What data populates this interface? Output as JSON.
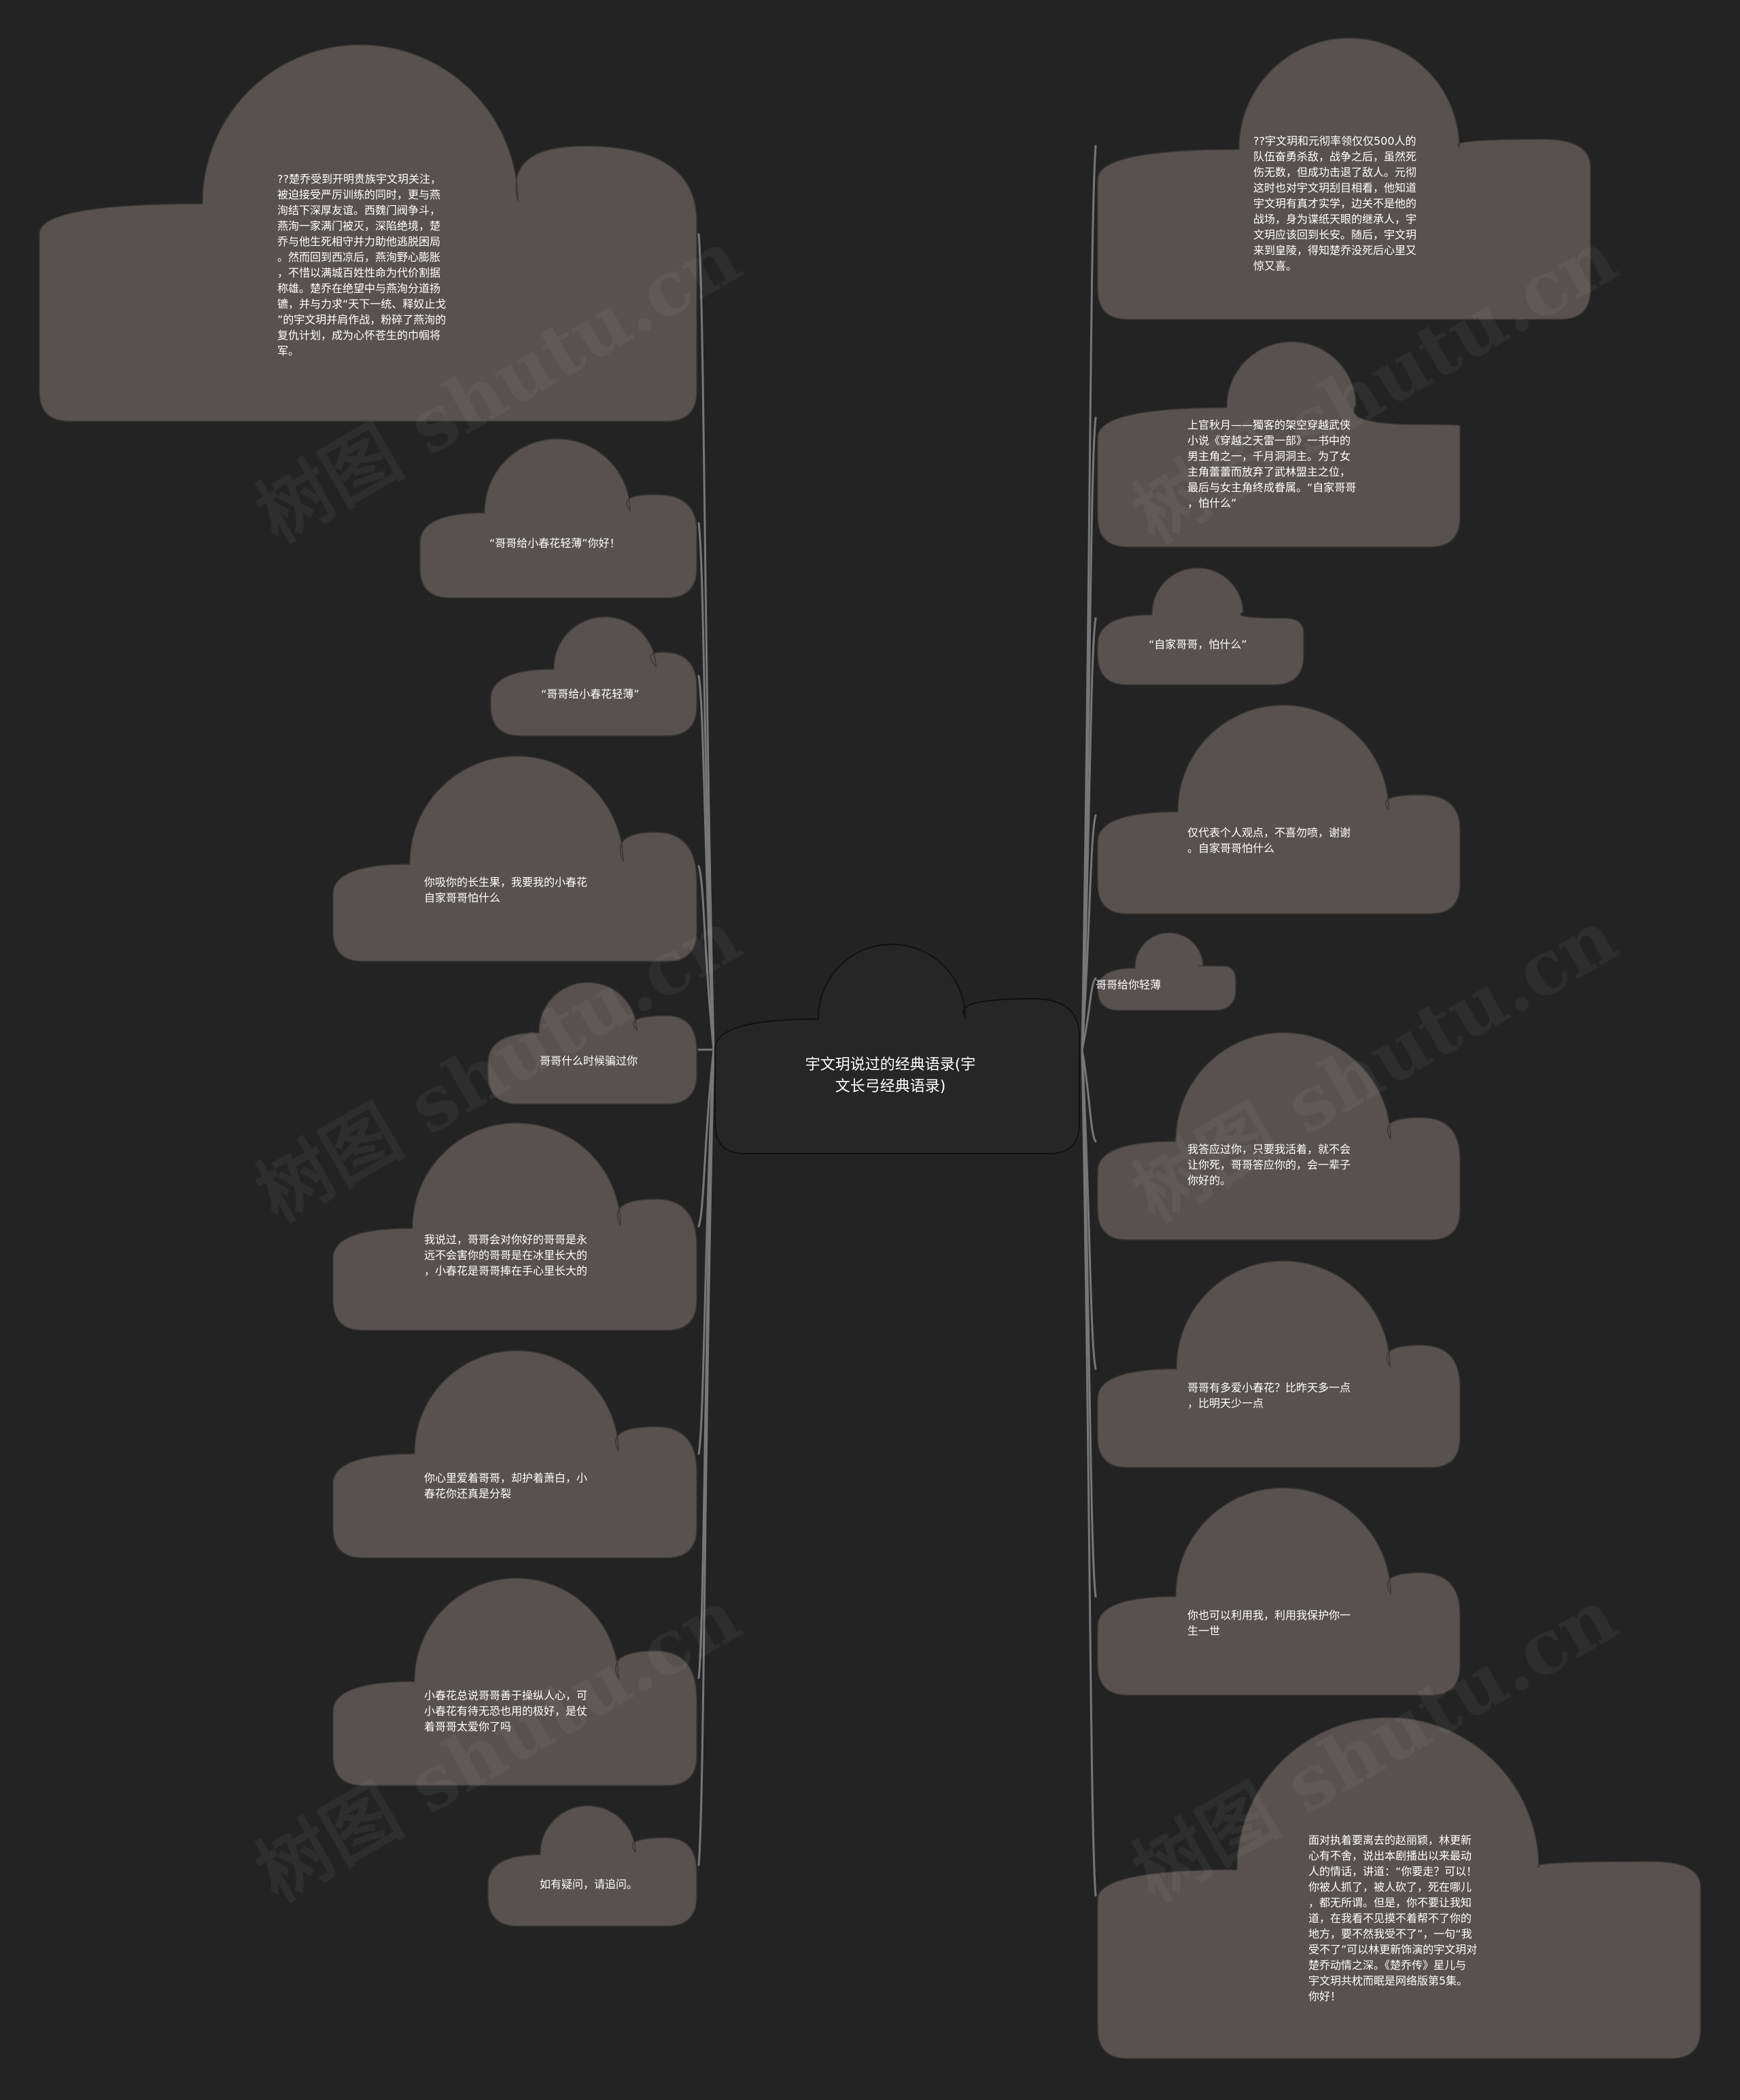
{
  "colors": {
    "background": "#232323",
    "cloud": "#57524f",
    "center_cloud": "#262626",
    "stroke": "#777777",
    "text": "#ffffff"
  },
  "center": {
    "text": "宇文玥说过的经典语录(宇\n文长弓经典语录)"
  },
  "watermark": "树图 shutu.cn",
  "left_nodes": [
    {
      "text": "??楚乔受到开明贵族宇文玥关注，\n被迫接受严厉训练的同时，更与燕\n洵结下深厚友谊。西魏门阀争斗，\n燕洵一家满门被灭，深陷绝境，楚\n乔与他生死相守并力助他逃脱困局\n。然而回到西凉后，燕洵野心膨胀\n，不惜以满城百姓性命为代价割据\n称雄。楚乔在绝望中与燕洵分道扬\n镳，并与力求“天下一统、释奴止戈\n”的宇文玥并肩作战，粉碎了燕洵的\n复仇计划，成为心怀苍生的巾帼将\n军。"
    },
    {
      "text": "“哥哥给小春花轻薄”你好！"
    },
    {
      "text": "“哥哥给小春花轻薄”"
    },
    {
      "text": "你吸你的长生果，我要我的小春花\n自家哥哥怕什么"
    },
    {
      "text": "哥哥什么时候骗过你"
    },
    {
      "text": "我说过，哥哥会对你好的哥哥是永\n远不会害你的哥哥是在冰里长大的\n，小春花是哥哥捧在手心里长大的"
    },
    {
      "text": "你心里爱着哥哥，却护着萧白，小\n春花你还真是分裂"
    },
    {
      "text": "小春花总说哥哥善于操纵人心，可\n小春花有待无恐也用的极好，是仗\n着哥哥太爱你了吗"
    },
    {
      "text": "如有疑问，请追问。"
    }
  ],
  "right_nodes": [
    {
      "text": "??宇文玥和元彻率领仅仅500人的\n队伍奋勇杀敌，战争之后，虽然死\n伤无数，但成功击退了敌人。元彻\n这时也对宇文玥刮目相看，他知道\n宇文玥有真才实学，边关不是他的\n战场，身为谍纸天眼的继承人，宇\n文玥应该回到长安。随后，宇文玥\n来到皇陵，得知楚乔没死后心里又\n惊又喜。"
    },
    {
      "text": "上官秋月——獨客的架空穿越武侠\n小说《穿越之天雷一部》一书中的\n男主角之一，千月洞洞主。为了女\n主角蕾蕾而放弃了武林盟主之位，\n最后与女主角终成眷属。“自家哥哥\n，怕什么”"
    },
    {
      "text": "“自家哥哥，怕什么”"
    },
    {
      "text": "仅代表个人观点，不喜勿喷，谢谢\n。自家哥哥怕什么"
    },
    {
      "text": "哥哥给你轻薄"
    },
    {
      "text": "我答应过你，只要我活着，就不会\n让你死，哥哥答应你的，会一辈子\n你好的。"
    },
    {
      "text": "哥哥有多爱小春花？比昨天多一点\n，比明天少一点"
    },
    {
      "text": "你也可以利用我，利用我保护你一\n生一世"
    },
    {
      "text": "面对执着要离去的赵丽颖，林更新\n心有不舍，说出本剧播出以来最动\n人的情话，讲道：“你要走？可以！\n你被人抓了，被人砍了，死在哪儿\n，都无所谓。但是，你不要让我知\n道，在我看不见摸不着帮不了你的\n地方，要不然我受不了”，一句“我\n受不了”可以林更新饰演的宇文玥对\n楚乔动情之深。《楚乔传》星儿与\n宇文玥共枕而眠是网络版第5集。\n你好！"
    }
  ]
}
